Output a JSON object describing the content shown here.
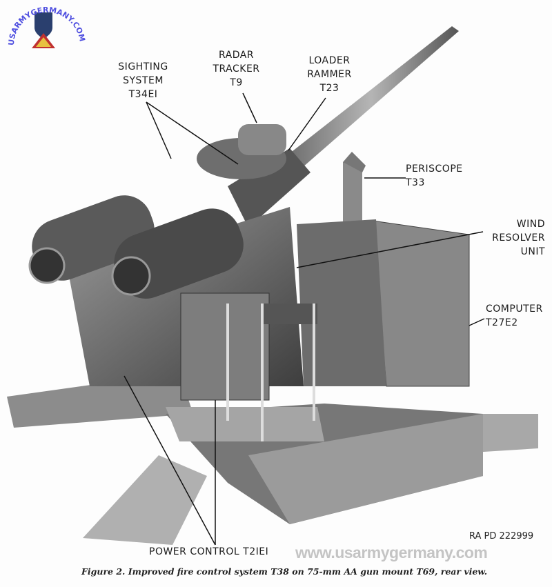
{
  "logo": {
    "text": "USARMYGERMANY.COM"
  },
  "labels": {
    "sighting": [
      "SIGHTING",
      "SYSTEM",
      "T34EI"
    ],
    "radar": [
      "RADAR",
      "TRACKER",
      "T9"
    ],
    "loader": [
      "LOADER",
      "RAMMER",
      "T23"
    ],
    "periscope": [
      "PERISCOPE",
      "T33"
    ],
    "wind": [
      "WIND",
      "RESOLVER",
      "UNIT"
    ],
    "computer": [
      "COMPUTER",
      "T27E2"
    ],
    "power": "POWER CONTROL T2IEI"
  },
  "ref_number": "RA PD 222999",
  "watermark": "www.usarmygermany.com",
  "caption": "Figure 2.   Improved fire control system T38 on 75-mm AA gun mount T69, rear view."
}
